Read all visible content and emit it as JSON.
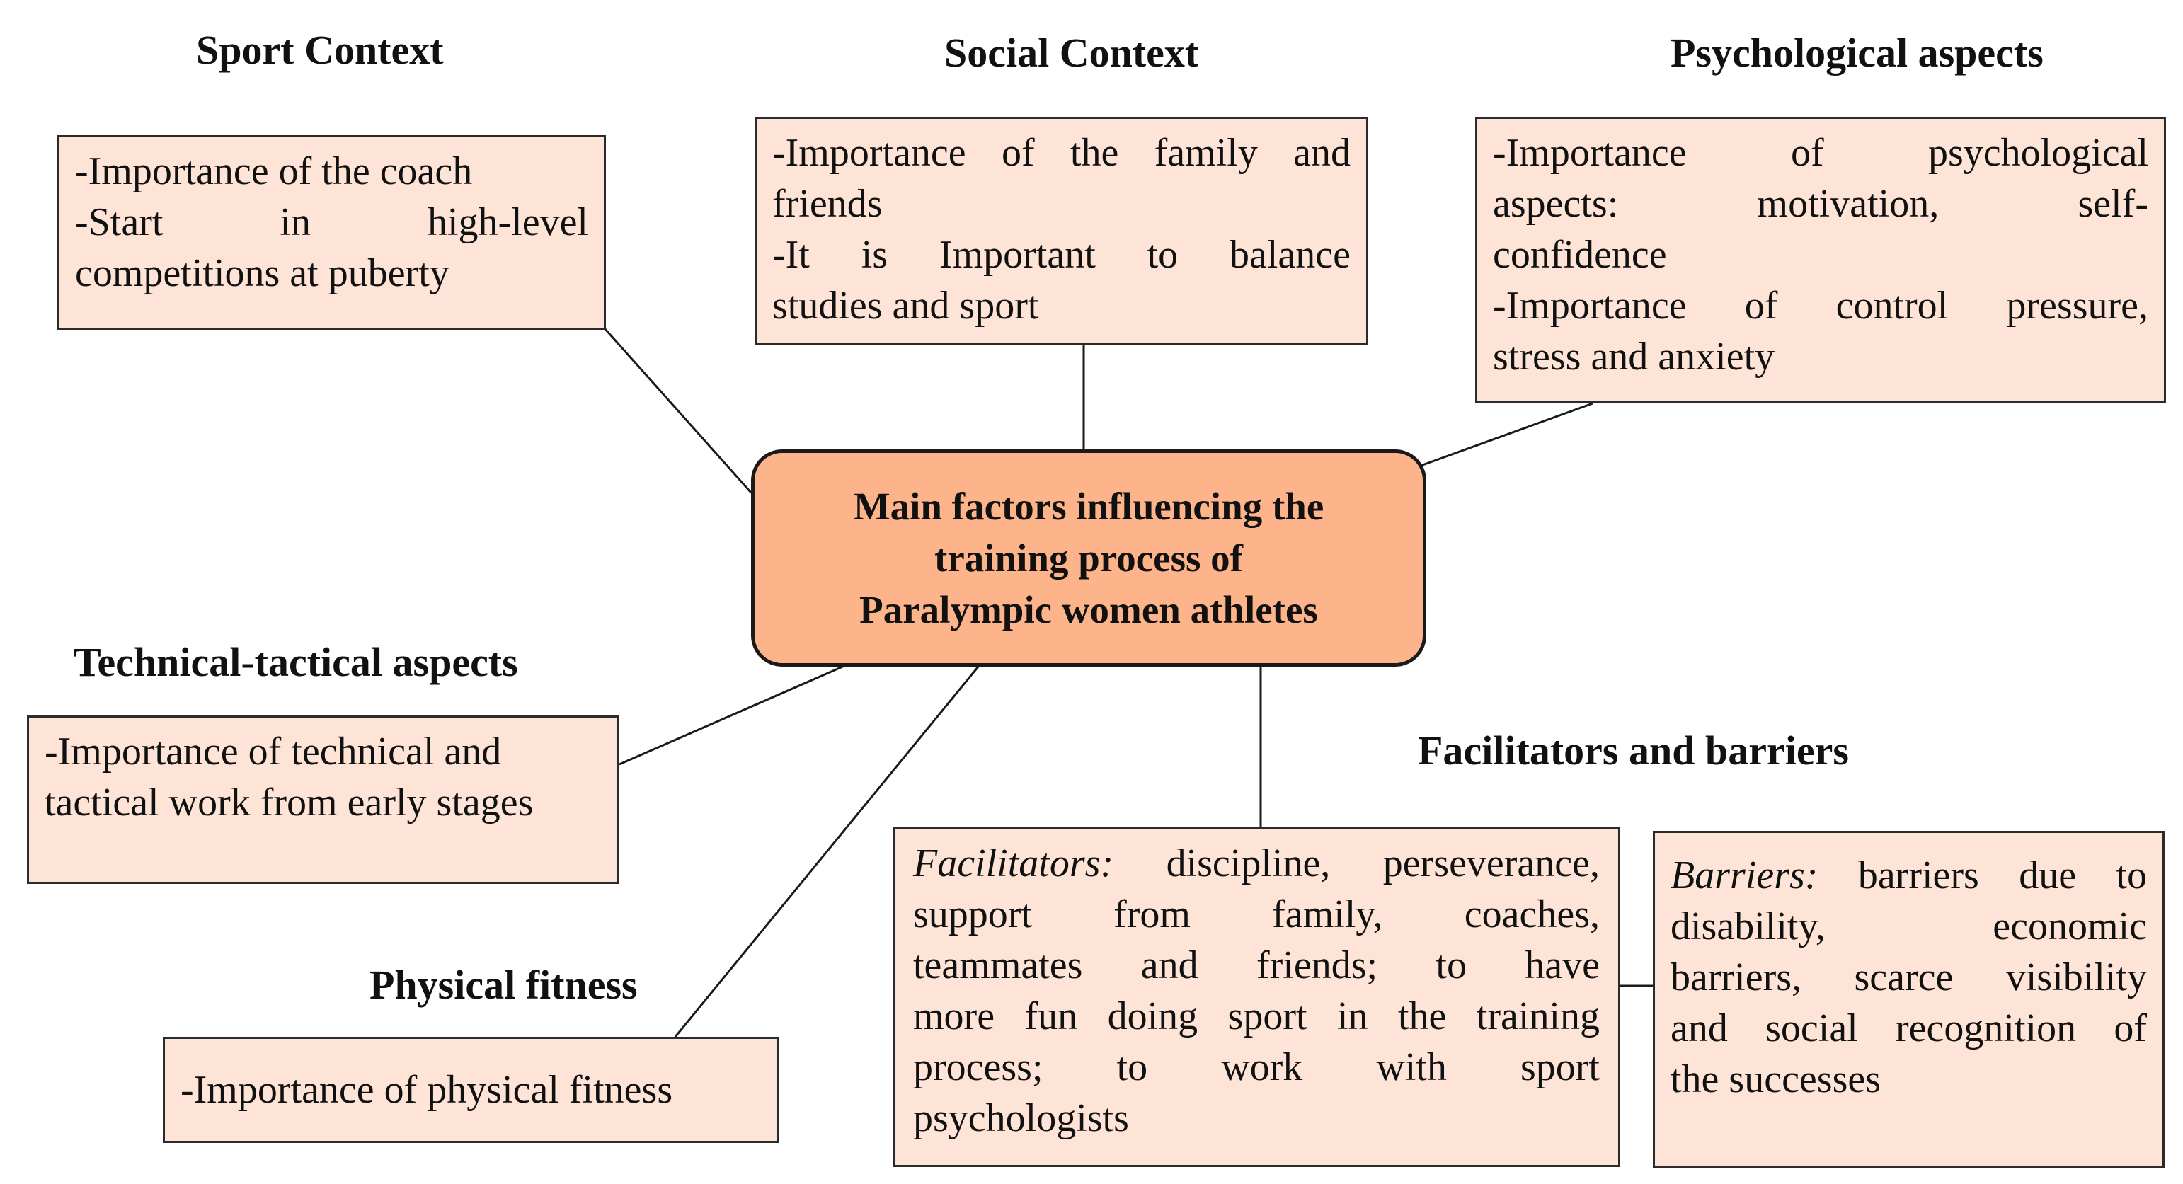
{
  "center": {
    "lines": [
      "Main factors influencing the",
      "training process of",
      "Paralympic women athletes"
    ]
  },
  "sport_context": {
    "heading": "Sport Context",
    "lines": [
      "-Importance of the coach",
      "-Start in high-level",
      "competitions at puberty"
    ]
  },
  "social_context": {
    "heading": "Social Context",
    "lines": [
      "-Importance of the family and",
      "friends",
      "-It is Important to balance",
      "studies and sport"
    ]
  },
  "psychological_aspects": {
    "heading": "Psychological aspects",
    "lines": [
      "-Importance of psychological",
      "aspects: motivation, self-",
      "confidence",
      "-Importance of control pressure,",
      "stress and anxiety"
    ]
  },
  "technical_tactical": {
    "heading": "Technical-tactical aspects",
    "lines": [
      "-Importance of technical and",
      "tactical work from early stages"
    ]
  },
  "physical_fitness": {
    "heading": "Physical fitness",
    "lines": [
      "-Importance of physical fitness"
    ]
  },
  "facilitators_barriers": {
    "heading": "Facilitators and barriers",
    "facilitators_term": "Facilitators:",
    "facilitators_lines": [
      "discipline, perseverance,",
      "support from family, coaches,",
      "teammates and friends; to have",
      "more fun doing sport in the training",
      "process; to work with sport",
      "psychologists"
    ],
    "barriers_term": "Barriers:",
    "barriers_lines": [
      "barriers due to",
      "disability, economic",
      "barriers, scarce visibility",
      "and social recognition of",
      "the successes"
    ]
  },
  "colors": {
    "box_fill": "#fde4d6",
    "center_fill": "#fdb48a",
    "border": "#2b2b2b"
  }
}
